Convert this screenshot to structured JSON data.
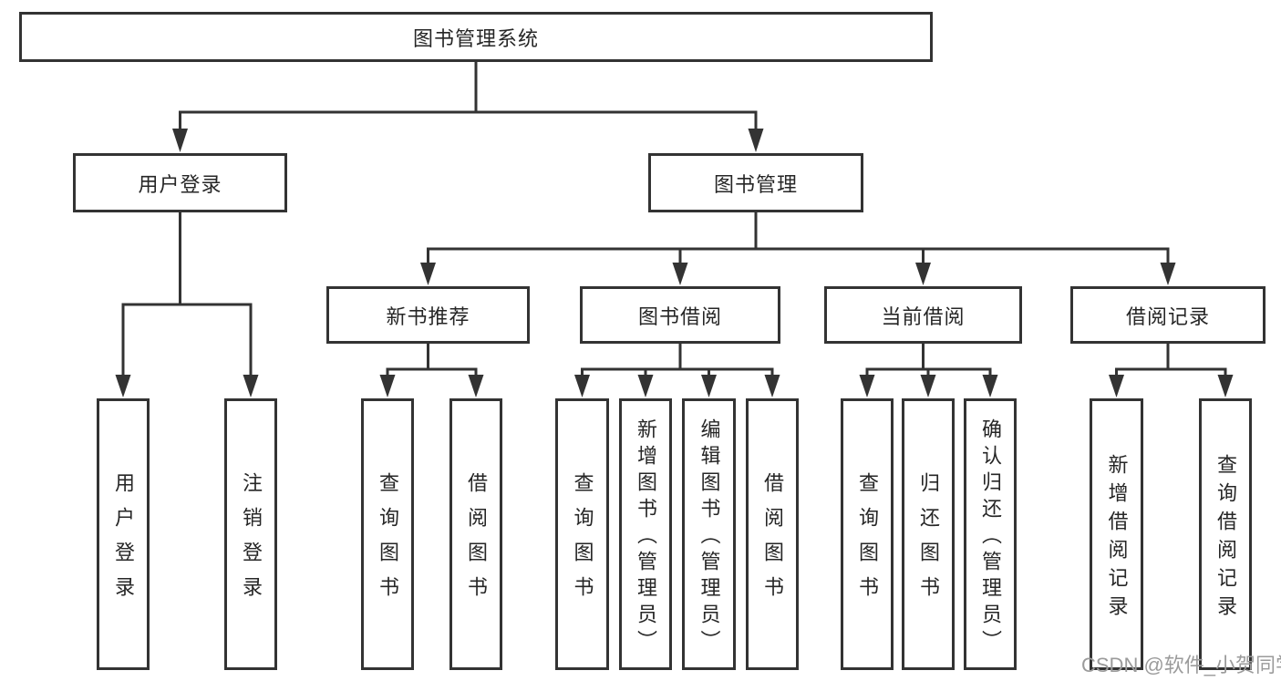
{
  "diagram_title": "图书管理系统",
  "nodes": {
    "root": "图书管理系统",
    "user_login": {
      "label": "用户登录",
      "children": [
        "用户登录",
        "注销登录"
      ]
    },
    "book_mgmt": {
      "label": "图书管理",
      "sections": {
        "new_books": {
          "label": "新书推荐",
          "children": [
            "查询图书",
            "借阅图书"
          ]
        },
        "borrow": {
          "label": "图书借阅",
          "children": [
            "查询图书",
            "新增图书（管理员）",
            "编辑图书（管理员）",
            "借阅图书"
          ]
        },
        "current": {
          "label": "当前借阅",
          "children": [
            "查询图书",
            "归还图书",
            "确认归还（管理员）"
          ]
        },
        "records": {
          "label": "借阅记录",
          "children": [
            "新增借阅记录",
            "查询借阅记录"
          ]
        }
      }
    }
  },
  "watermark": "CSDN @软件_小贺同学",
  "colors": {
    "line": "#333333",
    "box_border": "#333333",
    "text": "#262626",
    "watermark": "#9b9b9b",
    "background": "#ffffff"
  }
}
